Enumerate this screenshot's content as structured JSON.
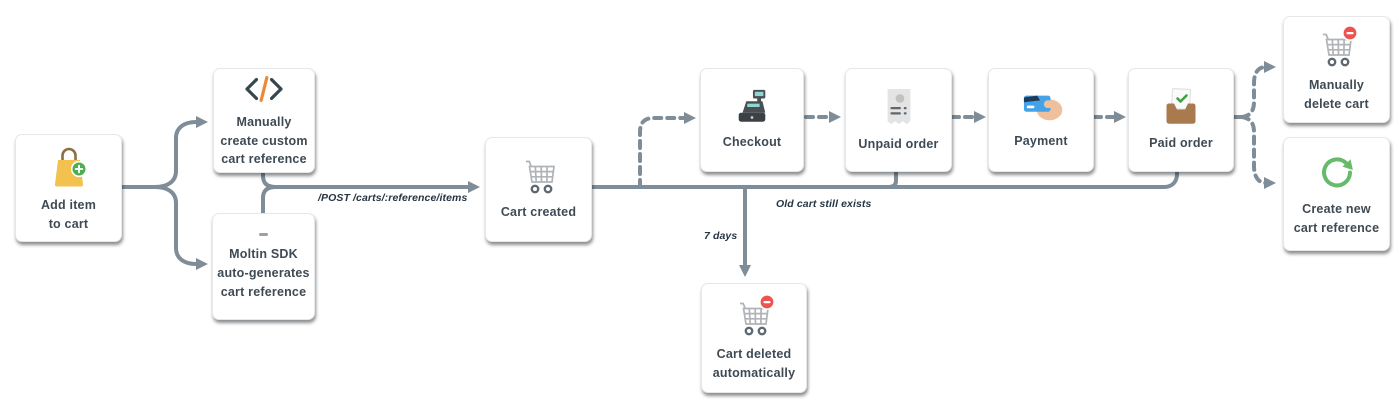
{
  "diagram": {
    "nodes": [
      {
        "id": "add-item",
        "label": "Add item\nto cart",
        "icon": "shopping-bag-add-icon"
      },
      {
        "id": "manual-ref",
        "label": "Manually\ncreate custom\ncart reference",
        "icon": "code-icon"
      },
      {
        "id": "sdk-ref",
        "label": "Moltin SDK\nauto-generates\ncart reference",
        "icon": "sdk-dash-icon"
      },
      {
        "id": "cart-created",
        "label": "Cart created",
        "icon": "cart-icon"
      },
      {
        "id": "checkout",
        "label": "Checkout",
        "icon": "cash-register-icon"
      },
      {
        "id": "unpaid-order",
        "label": "Unpaid order",
        "icon": "receipt-icon"
      },
      {
        "id": "payment",
        "label": "Payment",
        "icon": "card-in-hand-icon"
      },
      {
        "id": "paid-order",
        "label": "Paid order",
        "icon": "inbox-check-icon"
      },
      {
        "id": "manual-delete",
        "label": "Manually\ndelete cart",
        "icon": "cart-remove-icon"
      },
      {
        "id": "create-new",
        "label": "Create new\ncart reference",
        "icon": "refresh-icon"
      },
      {
        "id": "auto-delete",
        "label": "Cart deleted\nautomatically",
        "icon": "cart-remove-icon"
      }
    ],
    "edge_labels": {
      "post_route": "/POST /carts/:reference/items",
      "seven_days": "7 days",
      "old_cart": "Old cart still exists"
    },
    "edges": [
      {
        "from": "add-item",
        "to": "manual-ref",
        "style": "solid"
      },
      {
        "from": "add-item",
        "to": "sdk-ref",
        "style": "solid"
      },
      {
        "from": "manual-ref",
        "to": "cart-created",
        "style": "solid",
        "label_key": "post_route"
      },
      {
        "from": "sdk-ref",
        "to": "cart-created",
        "style": "solid",
        "label_key": "post_route"
      },
      {
        "from": "cart-created",
        "to": "checkout",
        "style": "dashed"
      },
      {
        "from": "checkout",
        "to": "unpaid-order",
        "style": "dashed"
      },
      {
        "from": "unpaid-order",
        "to": "payment",
        "style": "dashed"
      },
      {
        "from": "payment",
        "to": "paid-order",
        "style": "dashed"
      },
      {
        "from": "paid-order",
        "to": "manual-delete",
        "style": "dashed"
      },
      {
        "from": "paid-order",
        "to": "create-new",
        "style": "dashed"
      },
      {
        "from": "cart-created",
        "to": "auto-delete",
        "style": "solid",
        "label_key": "seven_days"
      },
      {
        "from": "cart-created",
        "to": "paid-order",
        "style": "solid",
        "label_key": "old_cart"
      }
    ],
    "colors": {
      "line": "#7e8d98",
      "node_text": "#3e4a54",
      "edge_label_text": "#263544",
      "box_border": "#e7e7e7",
      "bag_yellow": "#f2c14e",
      "bag_handle_brown": "#8a6f42",
      "badge_green": "#4caf50",
      "code_navy": "#37474f",
      "code_orange": "#ed8936",
      "cart_gray": "#b0b3b7",
      "cart_wheel": "#5d6873",
      "register_dark": "#4a4f54",
      "register_teal": "#8fd6d2",
      "receipt_gray": "#e4e4e4",
      "card_blue": "#45a2e8",
      "card_navy": "#203b57",
      "hand_skin": "#f0c09c",
      "tray_brown": "#a97a4e",
      "check_green": "#43a047",
      "delete_red": "#ef5350",
      "refresh_green": "#66bb6a"
    }
  }
}
